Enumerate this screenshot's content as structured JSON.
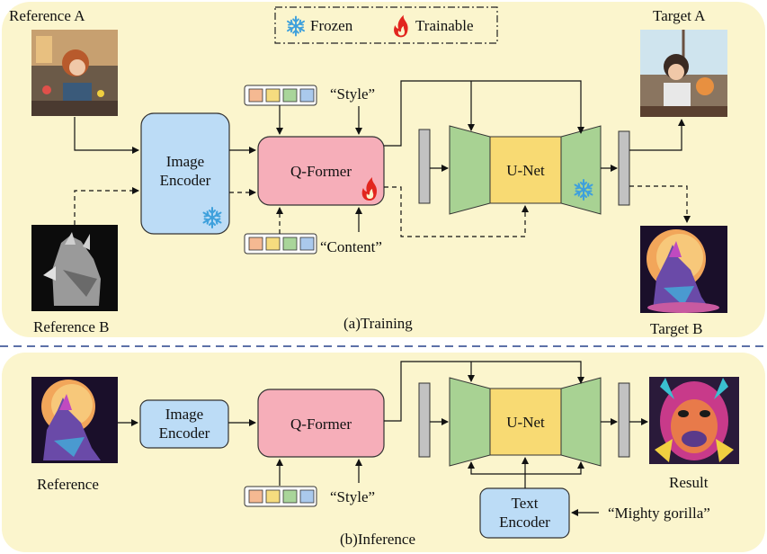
{
  "legend": {
    "frozen": "Frozen",
    "trainable": "Trainable"
  },
  "training": {
    "caption": "(a)Training",
    "reference_a": "Reference A",
    "reference_b": "Reference B",
    "target_a": "Target A",
    "target_b": "Target B",
    "image_encoder": "Image Encoder",
    "qformer": "Q-Former",
    "unet": "U-Net",
    "style_prompt": "“Style”",
    "content_prompt": "“Content”"
  },
  "inference": {
    "caption": "(b)Inference",
    "reference": "Reference",
    "result": "Result",
    "image_encoder": "Image Encoder",
    "qformer": "Q-Former",
    "unet": "U-Net",
    "text_encoder": "Text Encoder",
    "style_prompt": "“Style”",
    "text_prompt": "“Mighty gorilla”"
  },
  "colors": {
    "panel": "#fbf5cd",
    "encoder": "#bcdcf6",
    "qformer": "#f6aeb9",
    "unet_center": "#f8da73",
    "unet_side": "#a8d293",
    "feature": "#c2c2c2",
    "token_1": "#f5b992",
    "token_2": "#f6dc7f",
    "token_3": "#a9d59a",
    "token_4": "#aac9ec",
    "divider": "#27408b",
    "fire": "#e2261f",
    "snow": "#3ea0dc"
  }
}
